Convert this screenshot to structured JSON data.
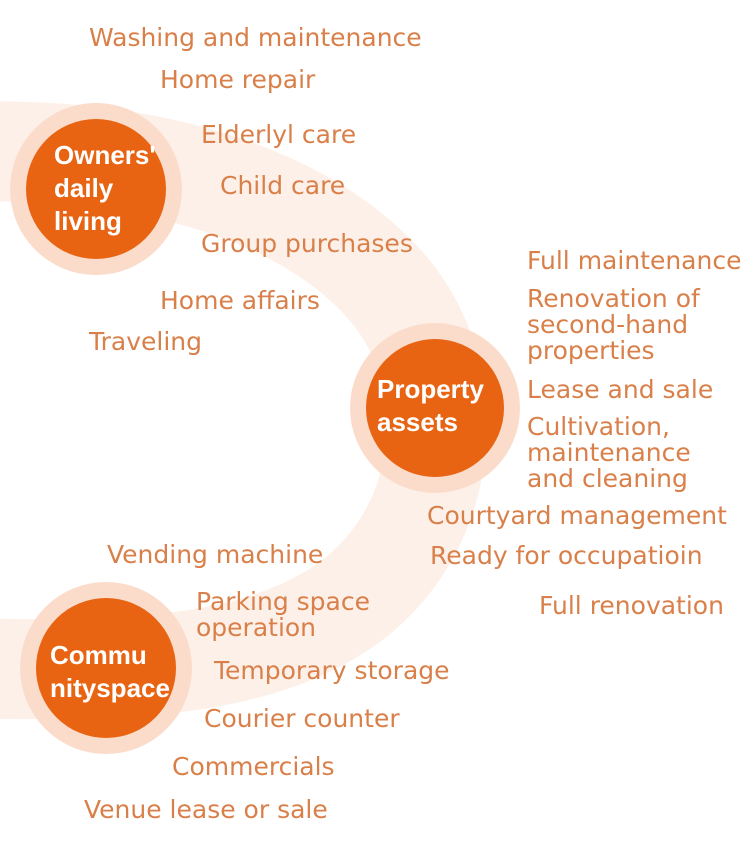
{
  "colors": {
    "accent": "#e86412",
    "ring": "#fbdccb",
    "arc": "#fdf0e8",
    "label": "#d9804a"
  },
  "hubs": {
    "owners": {
      "lines": [
        "Owners'",
        "daily",
        "living"
      ]
    },
    "property": {
      "lines": [
        "Property",
        "assets"
      ]
    },
    "community": {
      "lines": [
        "Commu",
        "nityspace"
      ]
    }
  },
  "owners_items": [
    "Washing and maintenance",
    "Home repair",
    "Elderlyl care",
    "Child care",
    "Group purchases",
    "Home affairs",
    "Traveling"
  ],
  "property_items": [
    "Full maintenance",
    "Renovation of second-hand properties",
    "Lease and sale",
    "Cultivation, maintenance and cleaning",
    "Courtyard management",
    "Ready for occupatioin",
    "Full renovation"
  ],
  "community_items": [
    "Vending machine",
    "Parking space operation",
    "Temporary storage",
    "Courier counter",
    "Commercials",
    "Venue lease or sale"
  ]
}
